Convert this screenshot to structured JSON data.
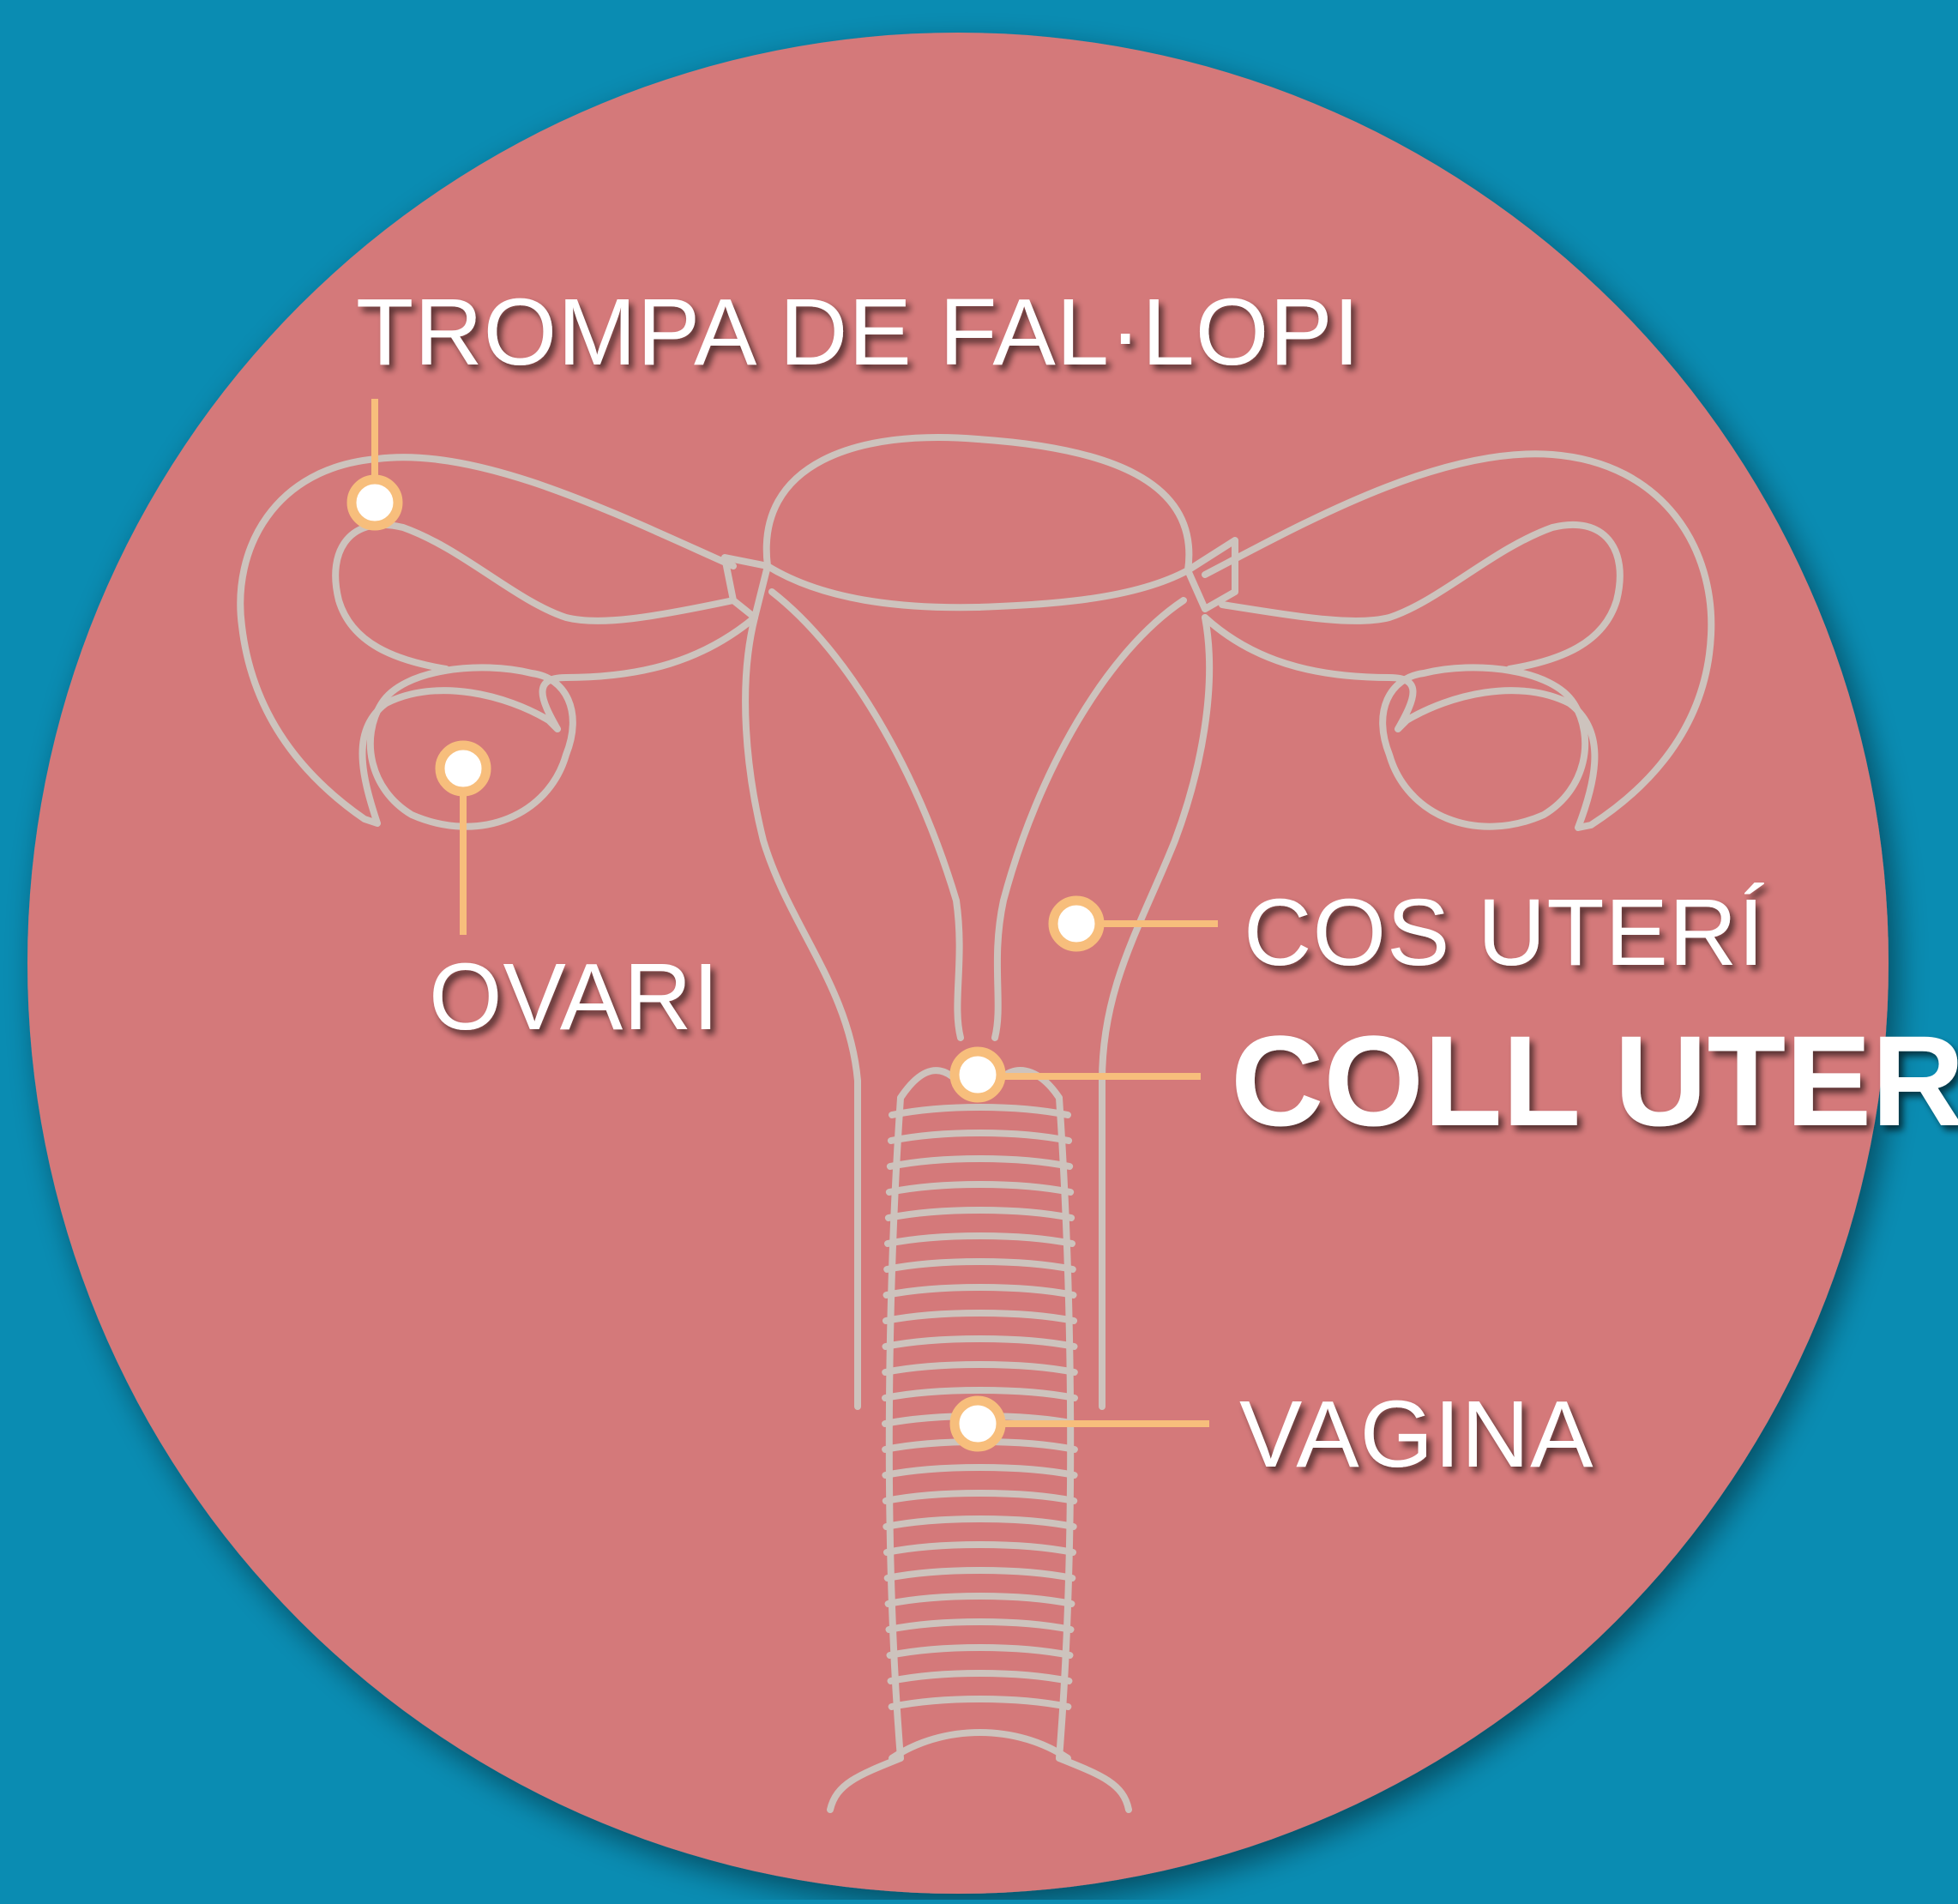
{
  "colors": {
    "background": "#0a8cb2",
    "circle": "#d4797a",
    "organ_outline": "#cdc3bd",
    "marker": "#f7be7c",
    "label_text": "#ffffff"
  },
  "labels": {
    "fallopian_tube": "TROMPA DE FAL·LOPI",
    "ovary": "OVARI",
    "uterus_body": "COS UTERÍ",
    "cervix": "COLL UTERÍ",
    "vagina": "VAGINA"
  }
}
